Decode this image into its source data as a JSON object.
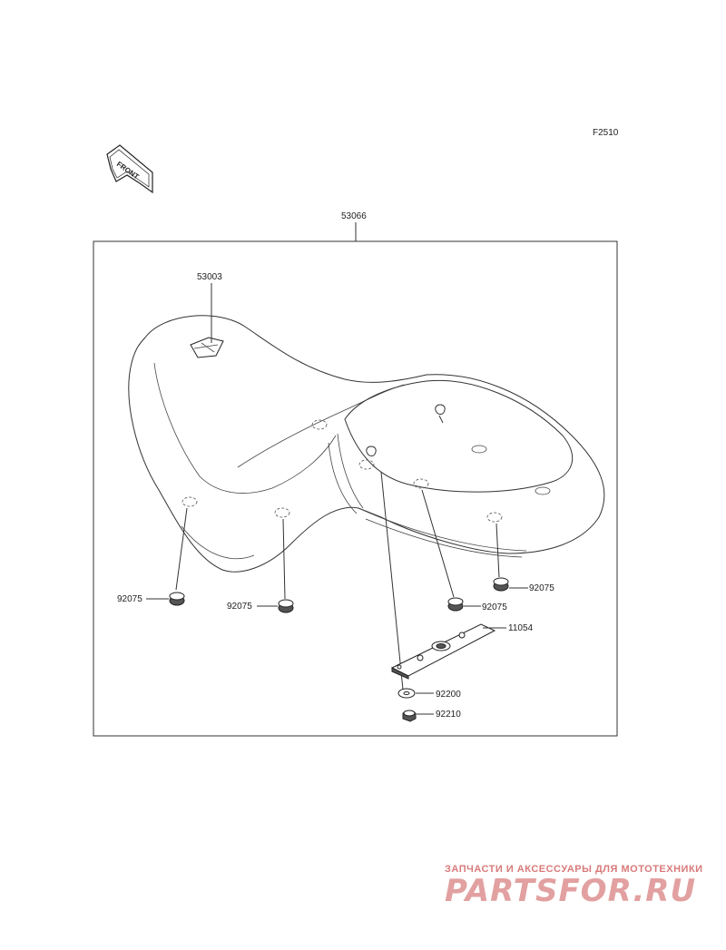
{
  "diagram_code": "F2510",
  "front_arrow_text": "FRONT",
  "callouts": {
    "seat_assembly": "53066",
    "emblem": "53003",
    "damper_left_front": "92075",
    "damper_left_rear": "92075",
    "damper_right_center": "92075",
    "damper_right_rear": "92075",
    "bracket": "11054",
    "washer": "92200",
    "nut": "92210"
  },
  "watermark": {
    "caption": "ЗАПЧАСТИ И АКСЕССУАРЫ ДЛЯ МОТОТЕХНИКИ",
    "logo": "PARTSFOR.RU"
  }
}
